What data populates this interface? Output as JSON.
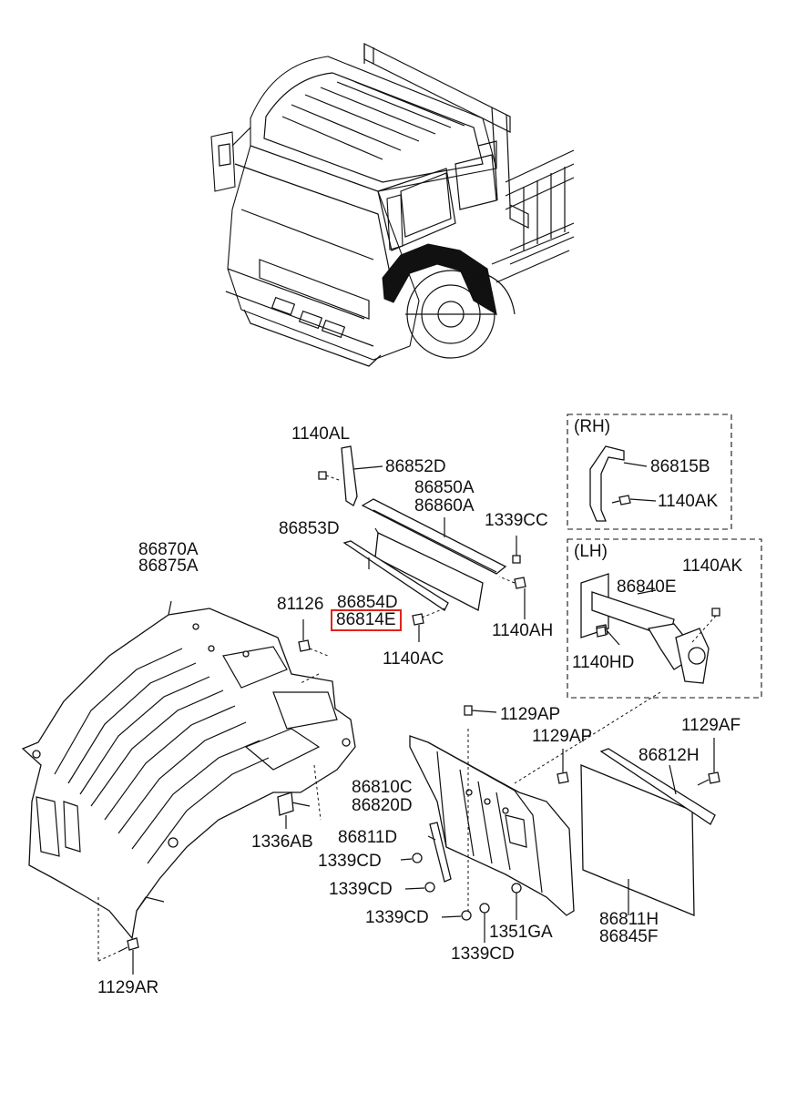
{
  "group_labels": {
    "rh": "(RH)",
    "lh": "(LH)"
  },
  "highlighted_part": "86814E",
  "callouts": {
    "c_1140AL": "1140AL",
    "c_86852D": "86852D",
    "c_86850A": "86850A",
    "c_86860A": "86860A",
    "c_1339CC": "1339CC",
    "c_86853D": "86853D",
    "c_86870A": "86870A",
    "c_86875A": "86875A",
    "c_81126": "81126",
    "c_86854D": "86854D",
    "c_86814E": "86814E",
    "c_1140AH": "1140AH",
    "c_1140AC": "1140AC",
    "c_86815B": "86815B",
    "c_1140AK_rh": "1140AK",
    "c_1140AK_lh": "1140AK",
    "c_86840E": "86840E",
    "c_1140HD": "1140HD",
    "c_1129AP_1": "1129AP",
    "c_1129AP_2": "1129AP",
    "c_1129AF": "1129AF",
    "c_86812H": "86812H",
    "c_86810C": "86810C",
    "c_86820D": "86820D",
    "c_1336AB": "1336AB",
    "c_86811D": "86811D",
    "c_1339CD_1": "1339CD",
    "c_1339CD_2": "1339CD",
    "c_1339CD_3": "1339CD",
    "c_1339CD_4": "1339CD",
    "c_1351GA": "1351GA",
    "c_86811H": "86811H",
    "c_86845F": "86845F",
    "c_1129AR": "1129AR"
  }
}
